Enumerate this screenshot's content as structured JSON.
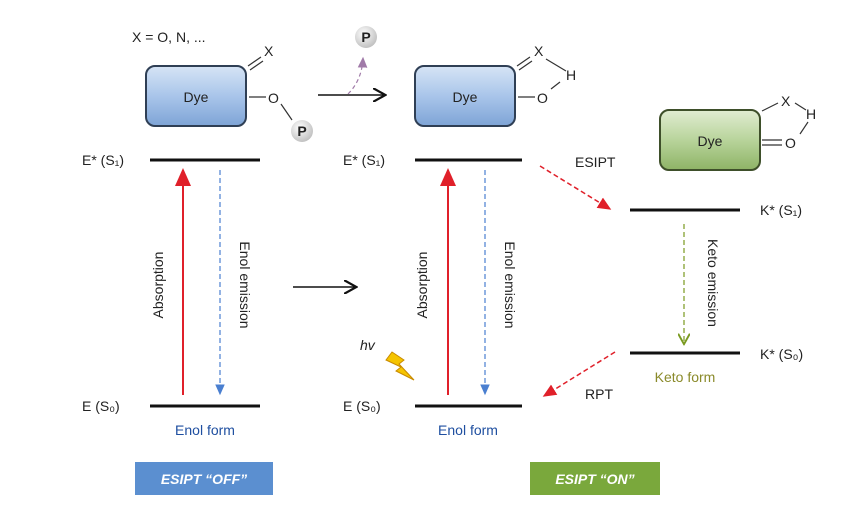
{
  "legend_note": "X = O, N, ...",
  "dye_label": "Dye",
  "atoms": {
    "x": "X",
    "o": "O",
    "h": "H",
    "p": "P"
  },
  "panel_off": {
    "upper_level": "E* (S₁)",
    "lower_level": "E (S₀)",
    "absorption": "Absorption",
    "emission": "Enol emission",
    "form": "Enol form",
    "badge": "ESIPT “OFF”"
  },
  "panel_on": {
    "upper_level": "E* (S₁)",
    "lower_level": "E (S₀)",
    "absorption": "Absorption",
    "emission": "Enol emission",
    "form": "Enol form",
    "hv": "hv",
    "esipt": "ESIPT",
    "rpt": "RPT",
    "keto_upper": "K* (S₁)",
    "keto_lower": "K* (S₀)",
    "keto_emission": "Keto emission",
    "keto_form": "Keto form",
    "badge": "ESIPT “ON”"
  },
  "colors": {
    "blue_box": "#8fb3df",
    "green_box": "#a9c98a",
    "badge_off": "#5b8fd0",
    "badge_on": "#7aa83c",
    "absorption_arrow": "#e0202a",
    "enol_emission_arrow": "#4a7fd0",
    "keto_emission_arrow": "#7a9a20"
  }
}
